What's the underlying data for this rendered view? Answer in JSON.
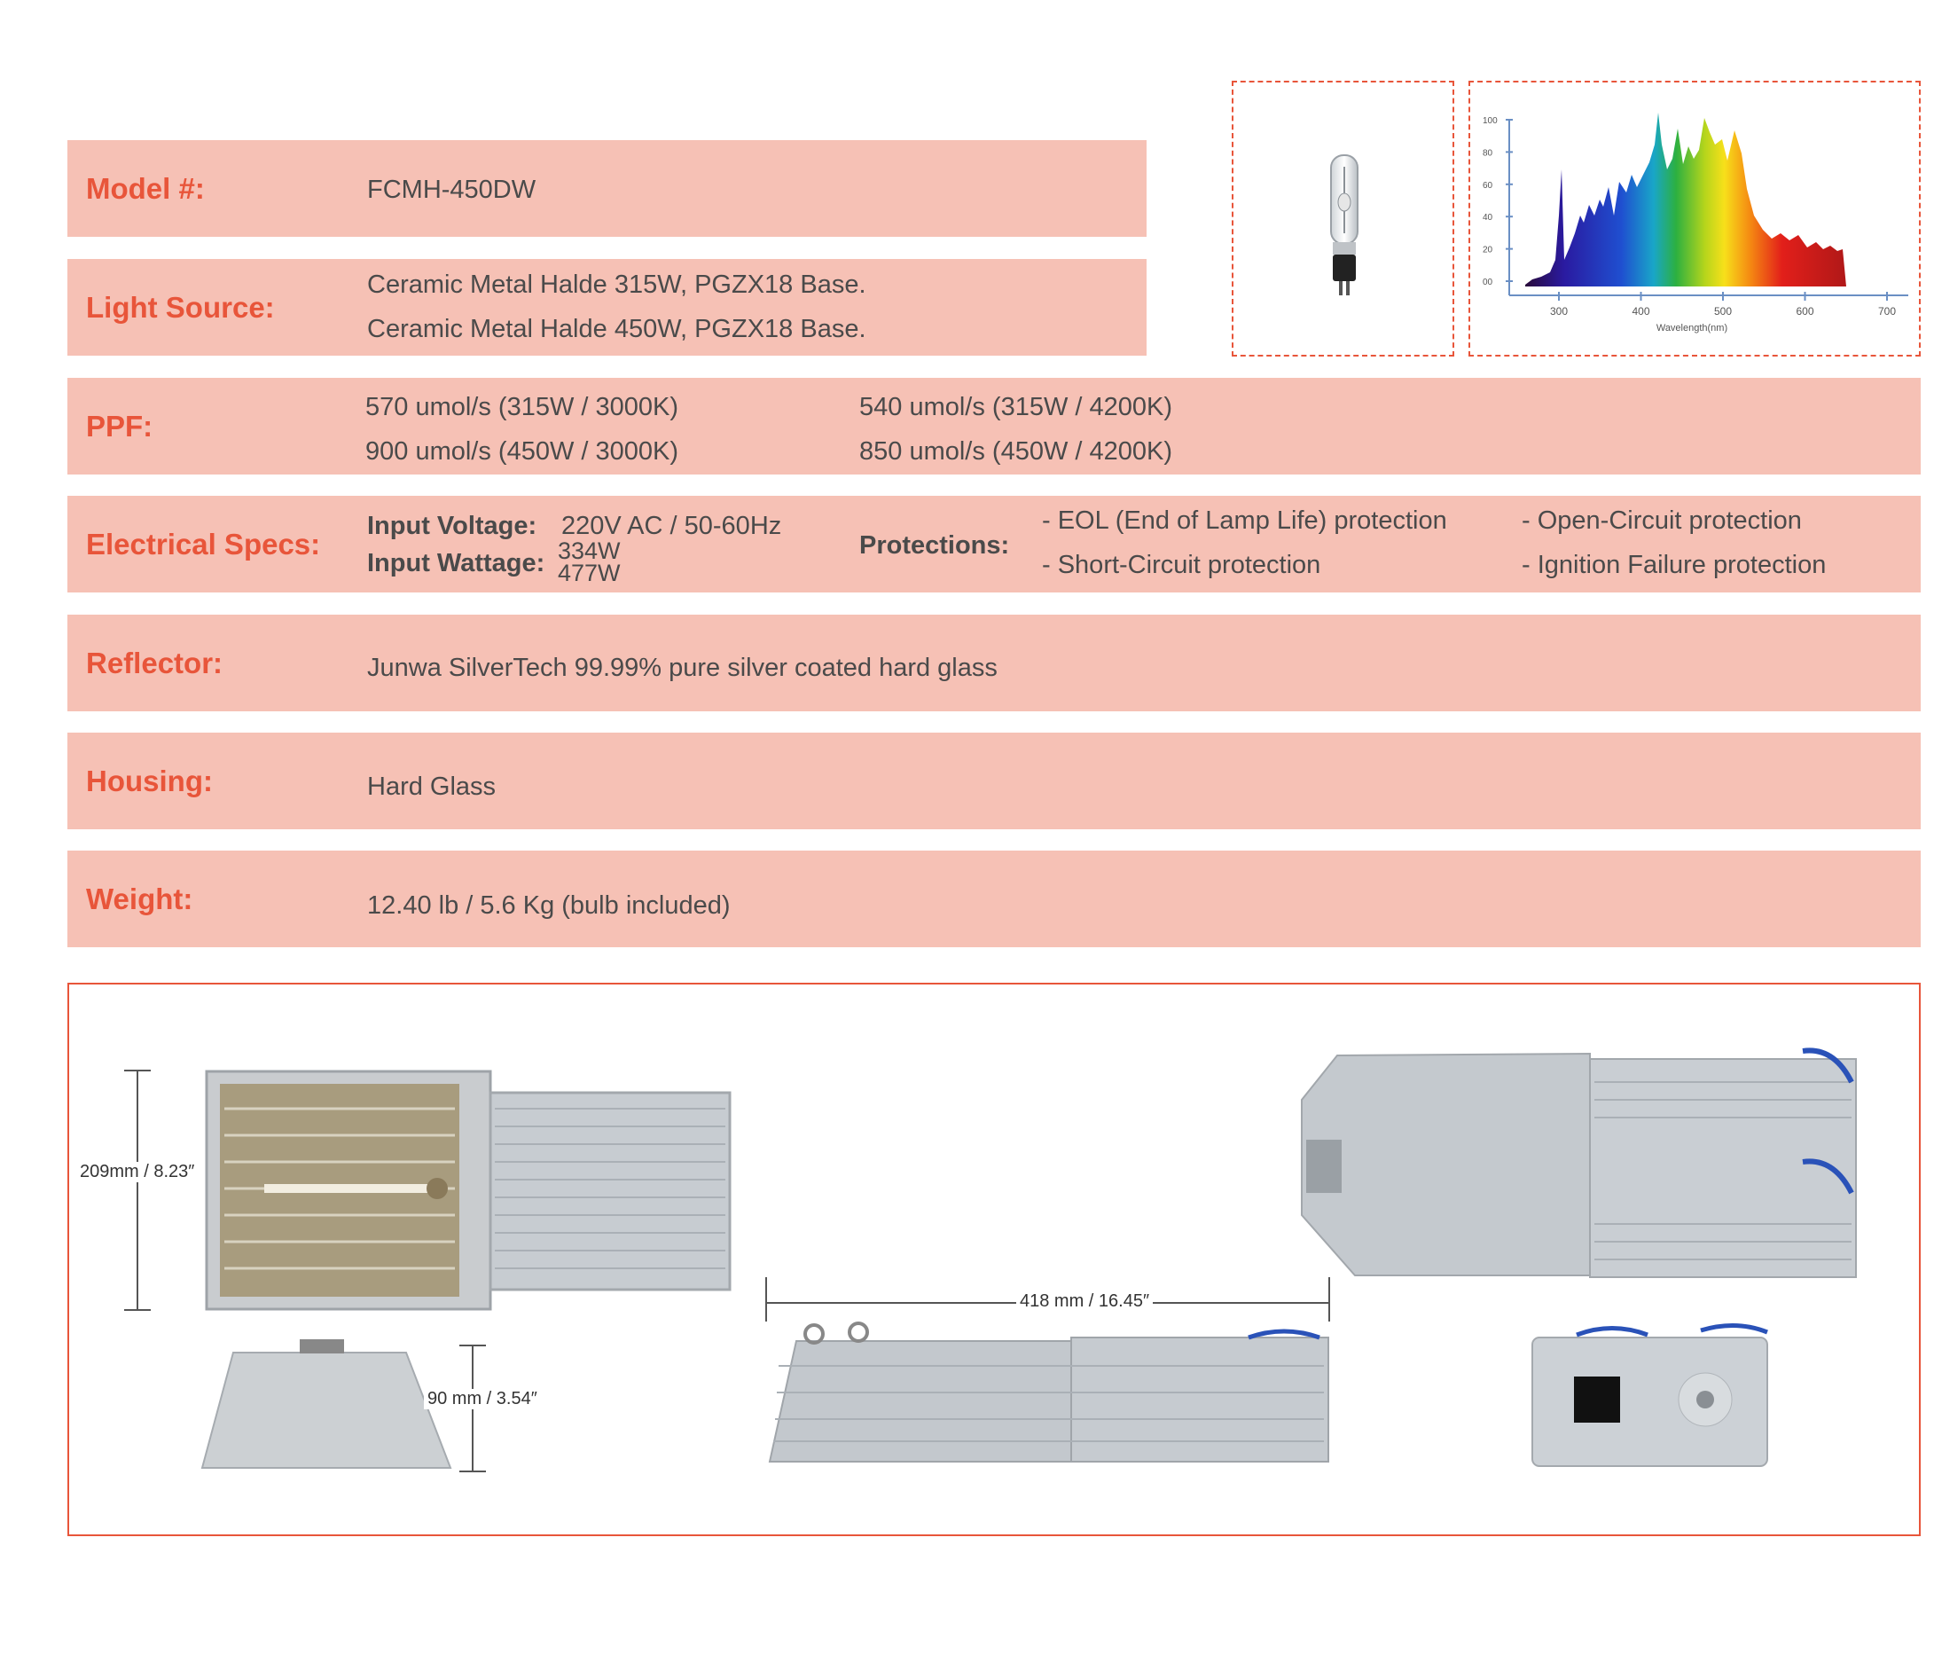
{
  "specs": {
    "model": {
      "label": "Model #:",
      "value": "FCMH-450DW"
    },
    "light_source": {
      "label": "Light Source:",
      "lines": [
        "Ceramic Metal Halde 315W, PGZX18 Base.",
        "Ceramic Metal Halde 450W, PGZX18 Base."
      ]
    },
    "ppf": {
      "label": "PPF:",
      "col1": [
        "570 umol/s (315W / 3000K)",
        "900 umol/s (450W / 3000K)"
      ],
      "col2": [
        "540 umol/s (315W / 4200K)",
        "850 umol/s (450W / 4200K)"
      ]
    },
    "electrical": {
      "label": "Electrical Specs:",
      "input_voltage_label": "Input Voltage:",
      "input_voltage": "220V AC / 50-60Hz",
      "input_wattage_label": "Input Wattage:",
      "input_wattage": [
        "334W",
        "477W"
      ],
      "protections_label": "Protections:",
      "protections": [
        "- EOL (End of Lamp Life) protection",
        "- Short-Circuit protection",
        "- Open-Circuit protection",
        "- Ignition Failure protection"
      ]
    },
    "reflector": {
      "label": "Reflector:",
      "value": "Junwa SilverTech 99.99% pure silver coated hard glass"
    },
    "housing": {
      "label": "Housing:",
      "value": "Hard Glass"
    },
    "weight": {
      "label": "Weight:",
      "value": "12.40 lb / 5.6 Kg (bulb included)"
    }
  },
  "spectrum_chart": {
    "y_ticks": [
      "100",
      "80",
      "60",
      "40",
      "20",
      "00"
    ],
    "x_ticks": [
      "300",
      "400",
      "500",
      "600",
      "700"
    ],
    "xlabel": "Wavelength(nm)"
  },
  "dimensions": {
    "height": "209mm / 8.23″",
    "depth": "90 mm / 3.54″",
    "length": "418 mm / 16.45″"
  },
  "colors": {
    "accent": "#e8553a",
    "row_bg": "#f6c1b5",
    "text": "#4a4a4a"
  }
}
